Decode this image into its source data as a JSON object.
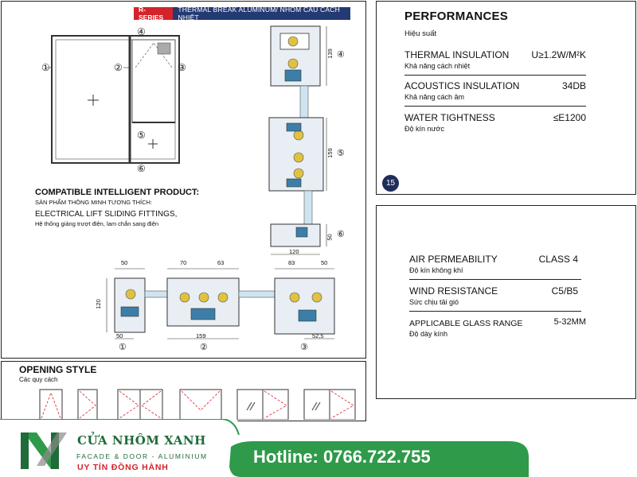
{
  "header": {
    "series_tag": "R-SERIES",
    "series_title": "THERMAL BREAK ALUMINUM/ NHÔM CẦU CÁCH NHIỆT"
  },
  "elevation": {
    "labels": [
      "①",
      "②",
      "③",
      "④",
      "⑤",
      "⑥"
    ]
  },
  "vertical_section": {
    "dims": [
      "139",
      "159",
      "50",
      "120"
    ],
    "markers": [
      "④",
      "⑤",
      "⑥"
    ]
  },
  "horizontal_section": {
    "dims_top": [
      "50",
      "70",
      "63",
      "83",
      "50"
    ],
    "dims_bottom": [
      "50",
      "159",
      "52,5"
    ],
    "dim_side": "120",
    "markers": [
      "①",
      "②",
      "③"
    ]
  },
  "compatible": {
    "title": "COMPATIBLE INTELLIGENT PRODUCT:",
    "subtitle": "SẢN PHẨM THÔNG MINH TƯƠNG THÍCH:",
    "item_title": "ELECTRICAL LIFT SLIDING FITTINGS,",
    "item_sub": "Hệ thống giảng trượt  điện, lam chắn sang điện"
  },
  "opening": {
    "title": "OPENING STYLE",
    "subtitle": "Các quy cách"
  },
  "performances": {
    "title": "PERFORMANCES",
    "subtitle": "Hiệu suất",
    "rows": [
      {
        "name": "THERMAL INSULATION",
        "value": "U≥1.2W/M²K",
        "sub": "Khả năng cách nhiệt"
      },
      {
        "name": "ACOUSTICS INSULATION",
        "value": "34DB",
        "sub": "Khả năng cách âm"
      },
      {
        "name": "WATER TIGHTNESS",
        "value": "≤E1200",
        "sub": "Độ kín nước"
      }
    ],
    "page_number": "15"
  },
  "performances2": {
    "rows": [
      {
        "name": "AIR PERMEABILITY",
        "value": "CLASS 4",
        "sub": "Độ kín không khí"
      },
      {
        "name": "WIND RESISTANCE",
        "value": "C5/B5",
        "sub": "Sức chịu tải gió"
      },
      {
        "name": "APPLICABLE GLASS RANGE",
        "value": "5-32MM",
        "sub": "Độ dày kính"
      }
    ]
  },
  "footer": {
    "logo_main": "CỬA NHÔM XANH",
    "logo_mid": "FACADE & DOOR - ALUMINIUM",
    "logo_bottom": "UY TÍN ĐỒNG HÀNH",
    "hotline": "Hotline: 0766.722.755",
    "colors": {
      "green": "#2f9a4a",
      "dark_green": "#1f6b3a",
      "red": "#d5232b",
      "navy": "#233a73"
    }
  }
}
